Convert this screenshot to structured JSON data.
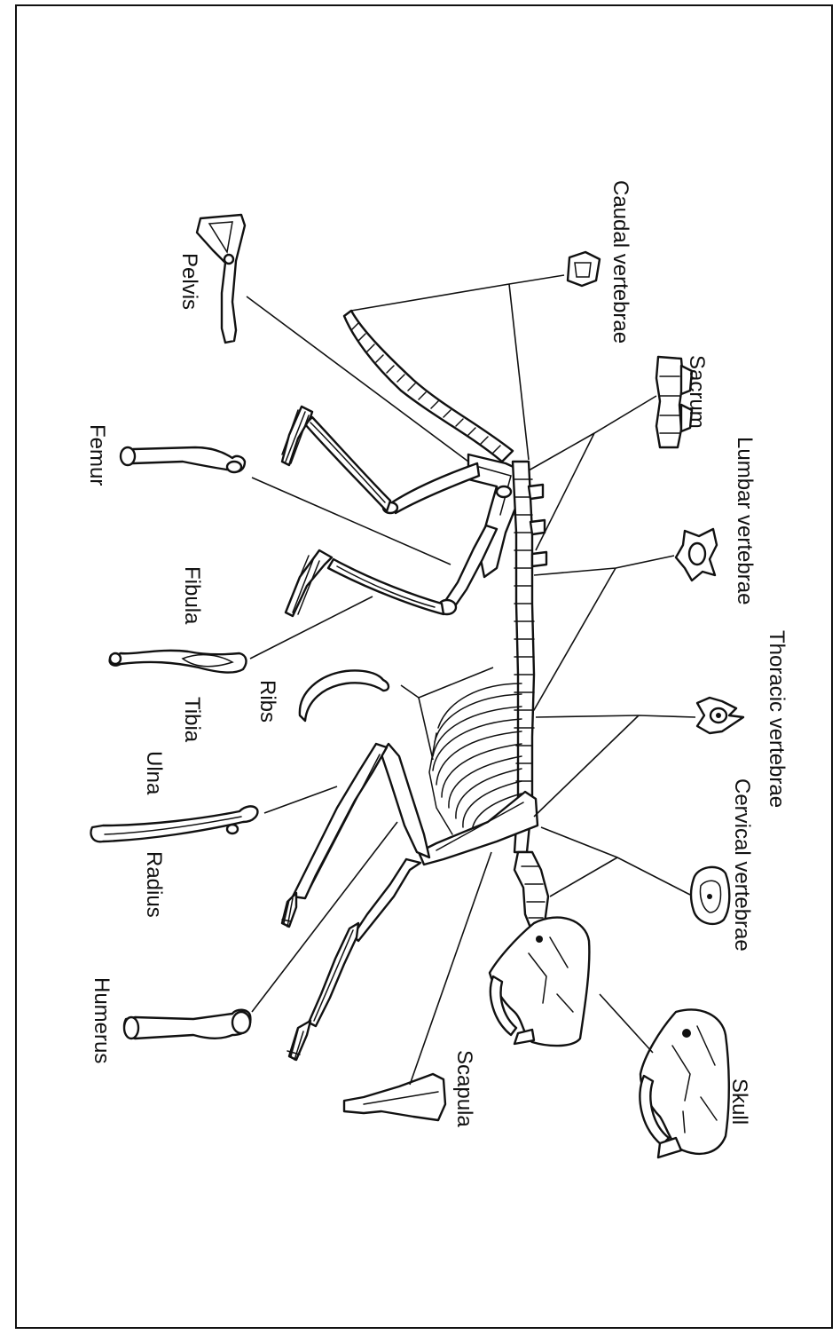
{
  "labels": {
    "caudal": "Caudal vertebrae",
    "sacrum": "Sacrum",
    "lumbar": "Lumbar vertebrae",
    "thoracic": "Thoracic vertebrae",
    "cervical": "Cervical vertebrae",
    "skull": "Skull",
    "scapula": "Scapula",
    "humerus": "Humerus",
    "radius": "Radius",
    "ulna": "Ulna",
    "tibia": "Tibia",
    "fibula": "Fibula",
    "ribs": "Ribs",
    "femur": "Femur",
    "pelvis": "Pelvis"
  },
  "colors": {
    "ink": "#111111",
    "paper": "#ffffff"
  }
}
